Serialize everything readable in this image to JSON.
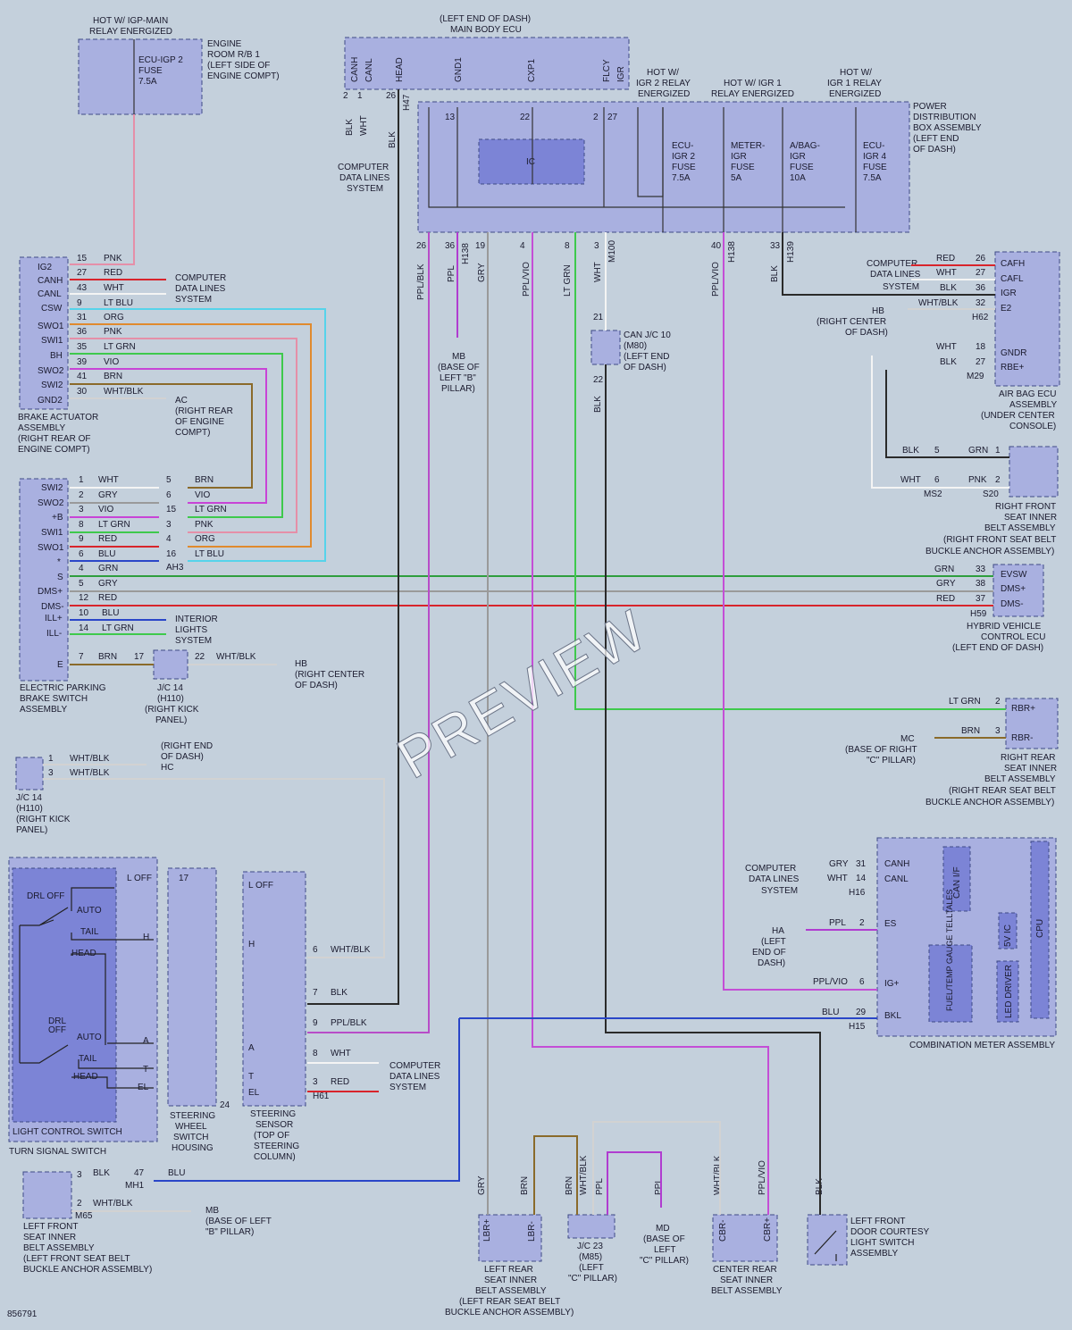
{
  "doc_id": "856791",
  "watermark": "PREVIEW",
  "components": {
    "relay_note": [
      "HOT W/ IGP-MAIN",
      "RELAY ENERGIZED"
    ],
    "engine_room_rb1": [
      "ENGINE",
      "ROOM R/B 1",
      "(LEFT SIDE OF",
      "ENGINE COMPT)"
    ],
    "ecu_igp2_fuse": [
      "ECU-IGP 2",
      "FUSE",
      "7.5A"
    ],
    "main_body_ecu": [
      "(LEFT END OF DASH)",
      "MAIN BODY ECU"
    ],
    "main_body_pins": [
      "CANH",
      "CANL",
      "HEAD",
      "GND1",
      "CXP1",
      "FLCY",
      "IGR"
    ],
    "hot_igr2": [
      "HOT W/",
      "IGR 2 RELAY",
      "ENERGIZED"
    ],
    "hot_igr1": [
      "HOT W/ IGR 1",
      "RELAY ENERGIZED"
    ],
    "hot_igr1b": [
      "HOT W/",
      "IGR 1 RELAY",
      "ENERGIZED"
    ],
    "power_dist": [
      "POWER",
      "DISTRIBUTION",
      "BOX ASSEMBLY",
      "(LEFT END",
      "OF DASH)"
    ],
    "ic_label": "IC",
    "fuse_ecu_igr2": [
      "ECU-",
      "IGR 2",
      "FUSE",
      "7.5A"
    ],
    "fuse_meter_igr": [
      "METER-",
      "IGR",
      "FUSE",
      "5A"
    ],
    "fuse_abag_igr": [
      "A/BAG-",
      "IGR",
      "FUSE",
      "10A"
    ],
    "fuse_ecu_igr4": [
      "ECU-",
      "IGR 4",
      "FUSE",
      "7.5A"
    ],
    "computer_data_lines": [
      "COMPUTER",
      "DATA LINES",
      "SYSTEM"
    ],
    "brake_actuator": [
      "BRAKE ACTUATOR",
      "ASSEMBLY",
      "(RIGHT REAR OF",
      "ENGINE COMPT)"
    ],
    "brake_actuator_pins": [
      "IG2",
      "CANH",
      "CANL",
      "CSW",
      "SWO1",
      "SWI1",
      "BH",
      "SWO2",
      "SWI2",
      "GND2"
    ],
    "ac_ground": [
      "AC",
      "(RIGHT REAR",
      "OF ENGINE",
      "COMPT)"
    ],
    "epb_switch": [
      "ELECTRIC PARKING",
      "BRAKE SWITCH",
      "ASSEMBLY"
    ],
    "epb_pins": [
      "SWI2",
      "SWO2",
      "+B",
      "SWI1",
      "SWO1",
      "*",
      "S",
      "DMS+",
      "DMS-",
      "ILL+",
      "ILL-",
      "E"
    ],
    "interior_lights": [
      "INTERIOR",
      "LIGHTS",
      "SYSTEM"
    ],
    "jc14_top": [
      "J/C 14",
      "(H110)",
      "(RIGHT KICK",
      "PANEL)"
    ],
    "hb_ground": [
      "HB",
      "(RIGHT CENTER",
      "OF DASH)"
    ],
    "jc14_left": [
      "J/C 14",
      "(H110)",
      "(RIGHT KICK",
      "PANEL)"
    ],
    "hc_ground": [
      "(RIGHT END",
      "OF DASH)",
      "HC"
    ],
    "mb_ground": [
      "MB",
      "(BASE OF",
      "LEFT \"B\"",
      "PILLAR)"
    ],
    "can_jc10": [
      "CAN J/C 10",
      "(M80)",
      "(LEFT END",
      "OF DASH)"
    ],
    "airbag_ecu": [
      "AIR BAG ECU",
      "ASSEMBLY",
      "(UNDER CENTER",
      "CONSOLE)"
    ],
    "airbag_pins": [
      "CAFH",
      "CAFL",
      "IGR",
      "E2",
      "GNDR",
      "RBE+"
    ],
    "hb_ground2": [
      "HB",
      "(RIGHT CENTER",
      "OF DASH)"
    ],
    "rf_belt": [
      "RIGHT FRONT",
      "SEAT INNER",
      "BELT ASSEMBLY",
      "(RIGHT FRONT SEAT BELT",
      "BUCKLE ANCHOR ASSEMBLY)"
    ],
    "hv_ecu": [
      "HYBRID VEHICLE",
      "CONTROL ECU",
      "(LEFT END OF DASH)"
    ],
    "hv_pins": [
      "EVSW",
      "DMS+",
      "DMS-"
    ],
    "rr_belt": [
      "RIGHT REAR",
      "SEAT INNER",
      "BELT ASSEMBLY",
      "(RIGHT REAR SEAT BELT",
      "BUCKLE ANCHOR ASSEMBLY)"
    ],
    "rr_pins": [
      "RBR+",
      "RBR-"
    ],
    "mc_ground": [
      "MC",
      "(BASE OF RIGHT",
      "\"C\" PILLAR)"
    ],
    "combo_meter": "COMBINATION METER ASSEMBLY",
    "combo_pins": [
      "CANH",
      "CANL",
      "ES",
      "IG+",
      "BKL"
    ],
    "combo_blocks": [
      "CAN I/F",
      "5V IC",
      "CPU",
      "FUEL/TEMP GAUGE TELLTALES",
      "LED DRIVER"
    ],
    "ha_ground": [
      "HA",
      "(LEFT",
      "END OF",
      "DASH)"
    ],
    "light_control": "LIGHT CONTROL SWITCH",
    "turn_signal": "TURN SIGNAL SWITCH",
    "lcs_labels": [
      "DRL OFF",
      "AUTO",
      "TAIL",
      "HEAD",
      "DRL",
      "OFF",
      "AUTO",
      "TAIL",
      "HEAD"
    ],
    "lcs_outputs": [
      "L OFF",
      "H",
      "A",
      "T",
      "EL"
    ],
    "steering_housing": [
      "STEERING",
      "WHEEL",
      "SWITCH",
      "HOUSING"
    ],
    "steering_sensor": [
      "STEERING",
      "SENSOR",
      "(TOP OF",
      "STEERING",
      "COLUMN)"
    ],
    "steering_pins": [
      "L OFF",
      "H",
      "A",
      "T",
      "EL"
    ],
    "lf_belt": [
      "LEFT FRONT",
      "SEAT INNER",
      "BELT ASSEMBLY",
      "(LEFT FRONT SEAT BELT",
      "BUCKLE ANCHOR ASSEMBLY)"
    ],
    "mb_ground2": [
      "MB",
      "(BASE OF LEFT",
      "\"B\" PILLAR)"
    ],
    "lr_belt": [
      "LEFT REAR",
      "SEAT INNER",
      "BELT ASSEMBLY",
      "(LEFT REAR SEAT BELT",
      "BUCKLE ANCHOR ASSEMBLY)"
    ],
    "lr_pins": [
      "LBR+",
      "LBR-"
    ],
    "jc23": [
      "J/C 23",
      "(M85)",
      "(LEFT",
      "\"C\" PILLAR)"
    ],
    "md_ground": [
      "MD",
      "(BASE OF",
      "LEFT",
      "\"C\" PILLAR)"
    ],
    "center_belt": [
      "CENTER REAR",
      "SEAT INNER",
      "BELT ASSEMBLY"
    ],
    "center_pins": [
      "CBR-",
      "CBR+"
    ],
    "door_switch": [
      "LEFT FRONT",
      "DOOR COURTESY",
      "LIGHT SWITCH",
      "ASSEMBLY"
    ]
  },
  "wire_colors": {
    "PNK": "#e58fa8",
    "RED": "#d8242b",
    "WHT": "#f4f4f4",
    "LTBLU": "#56d3ea",
    "ORG": "#e08a2e",
    "LTGRN": "#3ec94c",
    "VIO": "#c844d6",
    "BRN": "#8a6a2a",
    "BLU": "#2a46c8",
    "GRN": "#2e9e3e",
    "GRY": "#9a9a9a",
    "BLK": "#2a2a2a",
    "PPL": "#b03cd0",
    "WHTBLK": "#d2d2d2",
    "PPLVIO": "#c44ed6",
    "PPLBLK": "#b84cc8"
  },
  "wire_labels": {
    "ba": [
      [
        "15",
        "PNK"
      ],
      [
        "27",
        "RED"
      ],
      [
        "43",
        "WHT"
      ],
      [
        "9",
        "LT BLU"
      ],
      [
        "31",
        "ORG"
      ],
      [
        "36",
        "PNK"
      ],
      [
        "35",
        "LT GRN"
      ],
      [
        "39",
        "VIO"
      ],
      [
        "41",
        "BRN"
      ],
      [
        "30",
        "WHT/BLK"
      ]
    ],
    "epb_left": [
      [
        "1",
        "WHT"
      ],
      [
        "2",
        "GRY"
      ],
      [
        "3",
        "VIO"
      ],
      [
        "8",
        "LT GRN"
      ],
      [
        "9",
        "RED"
      ],
      [
        "6",
        "BLU"
      ],
      [
        "4",
        "GRN"
      ],
      [
        "5",
        "GRY"
      ],
      [
        "12",
        "RED"
      ],
      [
        "10",
        "BLU"
      ],
      [
        "14",
        "LT GRN"
      ],
      [
        "7",
        "BRN"
      ]
    ],
    "epb_right": [
      [
        "5",
        "BRN"
      ],
      [
        "6",
        "VIO"
      ],
      [
        "15",
        "LT GRN"
      ],
      [
        "3",
        "PNK"
      ],
      [
        "4",
        "ORG"
      ],
      [
        "16",
        "LT BLU"
      ]
    ],
    "hv": [
      [
        "GRN",
        "33"
      ],
      [
        "GRY",
        "38"
      ],
      [
        "RED",
        "37"
      ]
    ],
    "airbag": [
      [
        "RED",
        "26"
      ],
      [
        "WHT",
        "27"
      ],
      [
        "BLK",
        "36"
      ],
      [
        "WHT/BLK",
        "32"
      ],
      [
        "WHT",
        "18"
      ],
      [
        "BLK",
        "27"
      ]
    ],
    "mid_drop": [
      [
        "26",
        "PPL/BLK"
      ],
      [
        "36",
        "PPL"
      ],
      [
        "19",
        "GRY"
      ],
      [
        "4",
        "PPL/VIO"
      ],
      [
        "8",
        "LT GRN"
      ],
      [
        "3",
        "WHT"
      ],
      [
        "40",
        "PPL/VIO"
      ],
      [
        "33",
        "BLK"
      ]
    ],
    "mbe": [
      [
        "2",
        "BLK"
      ],
      [
        "1",
        "WHT"
      ],
      [
        "26",
        "BLK"
      ]
    ],
    "pd_top": [
      "13",
      "22",
      "2",
      "27"
    ],
    "combo": [
      [
        "GRY",
        "31"
      ],
      [
        "WHT",
        "14"
      ],
      [
        "PPL",
        "2"
      ],
      [
        "PPL/VIO",
        "6"
      ],
      [
        "BLU",
        "29"
      ]
    ],
    "steer": [
      [
        "6",
        "WHT/BLK"
      ],
      [
        "7",
        "BLK"
      ],
      [
        "9",
        "PPL/BLK"
      ],
      [
        "8",
        "WHT"
      ],
      [
        "3",
        "RED"
      ]
    ],
    "rf_belt": [
      [
        "BLK",
        "5",
        "GRN",
        "1"
      ],
      [
        "WHT",
        "6",
        "PNK",
        "2"
      ]
    ],
    "rr": [
      [
        "LT GRN",
        "2"
      ],
      [
        "BRN",
        "3"
      ]
    ],
    "bottom": [
      "GRY",
      "BRN",
      "BRN",
      "WHT/BLK",
      "PPL",
      "PPL",
      "WHT/BLK",
      "PPL/VIO",
      "BLK"
    ],
    "lf": [
      [
        "3",
        "BLK",
        "47",
        "BLU"
      ],
      [
        "2",
        "WHT/BLK"
      ]
    ],
    "misc": [
      "17",
      "22",
      "WHT/BLK",
      "1",
      "WHT/BLK",
      "3",
      "WHT/BLK",
      "21",
      "22",
      "BLK",
      "GRN"
    ]
  },
  "connectors": [
    "H47",
    "H138",
    "M100",
    "H138",
    "H139",
    "H62",
    "M29",
    "MS2",
    "S20",
    "AH3",
    "H59",
    "H16",
    "H15",
    "H61",
    "MH1",
    "M65",
    "24"
  ]
}
